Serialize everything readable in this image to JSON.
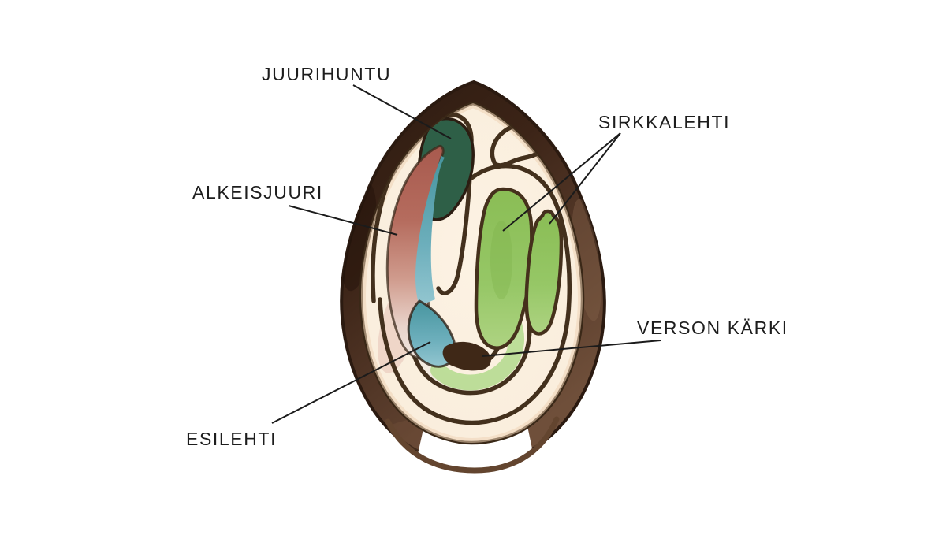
{
  "page": {
    "background": "#ffffff",
    "type": "seed-cross-section-diagram"
  },
  "diagram": {
    "labels": {
      "juurihuntu": "JUURIHUNTU",
      "alkeisjuuri": "ALKEISJUURI",
      "sirkkalehti": "SIRKKALEHTI",
      "verson_karki": "VERSON KÄRKI",
      "esilehti": "ESILEHTI"
    },
    "colors": {
      "label_text": "#1d1d1d",
      "leader_line": "#1b1b1b",
      "seed_coat_dark": "#2c1a10",
      "seed_coat_light": "#6f4f3a",
      "flesh_cream": "#faeedd",
      "outline_brown": "#3a2817",
      "root_cap_green": "#2e5f47",
      "radicle_red": "#b26355",
      "coleoptile_teal": "#5ba2b0",
      "cotyledon_green": "#8fc261",
      "shoot_tip_brown": "#3f2817"
    }
  }
}
